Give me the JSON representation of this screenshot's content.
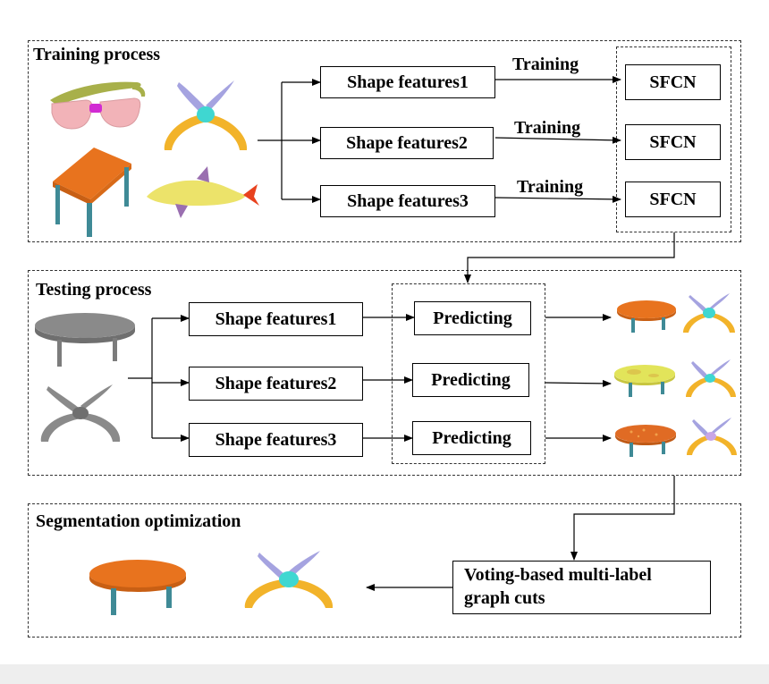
{
  "sections": {
    "training": {
      "title": "Training process",
      "features": [
        "Shape features1",
        "Shape features2",
        "Shape features3"
      ],
      "edge_labels": [
        "Training",
        "Training",
        "Training"
      ],
      "networks": [
        "SFCN",
        "SFCN",
        "SFCN"
      ]
    },
    "testing": {
      "title": "Testing process",
      "features": [
        "Shape features1",
        "Shape features2",
        "Shape features3"
      ],
      "predicting": [
        "Predicting",
        "Predicting",
        "Predicting"
      ]
    },
    "optimization": {
      "title": "Segmentation optimization",
      "method_line1": "Voting-based multi-label",
      "method_line2": "graph cuts"
    }
  },
  "colors": {
    "table_top": "#e8731e",
    "table_legs": "#3f8a96",
    "scissor_blade": "#a5a3e0",
    "scissor_handle": "#f2b32a",
    "scissor_joint": "#3fd7d1",
    "glasses_lens": "#f2b3b8",
    "glasses_arm": "#a8b04a",
    "glasses_bridge": "#d12bd3",
    "dolphin_body": "#ece36a",
    "dolphin_fin": "#9a6fb0",
    "dolphin_tail": "#e8421e",
    "gray_model": "#8a8a8a",
    "yellow_table": "#e2e45a"
  },
  "icons": [
    "glasses-model",
    "scissors-model",
    "table-model",
    "dolphin-model"
  ]
}
